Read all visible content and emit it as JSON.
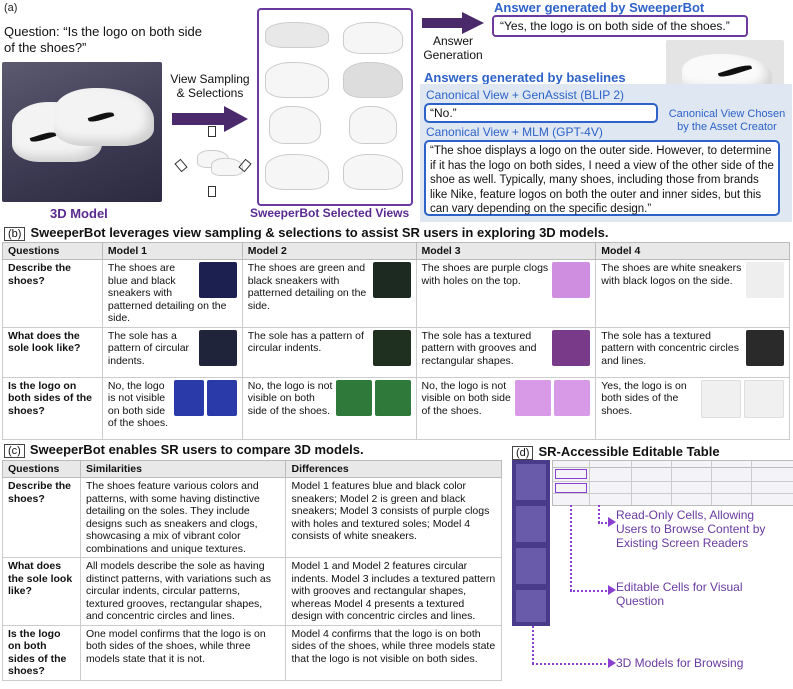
{
  "panel_a": {
    "label": "(a)",
    "question": "Question: “Is the logo on both side of the shoes?”",
    "model_caption": "3D Model",
    "view_sampling": "View Sampling & Selections",
    "selected_caption": "SweeperBot Selected Views",
    "answer_generation": "Answer Generation",
    "sweeperbot_header": "Answer generated by SweeperBot",
    "sweeperbot_answer": "“Yes, the logo is on both side of the shoes.”",
    "baselines_header": "Answers generated by baselines",
    "baseline1_label": "Canonical View + GenAssist (BLIP 2)",
    "baseline1_answer": "“No.”",
    "baseline2_label": "Canonical View + MLM (GPT-4V)",
    "baseline2_answer": "“The shoe displays a logo on the outer side. However, to determine if it has the logo on both sides, I need a view of the other side of the shoe as well. Typically, many shoes, including those from brands like Nike, feature logos on both the outer and inner sides, but this can vary depending on the specific design.”",
    "canonical_caption": "Canonical View Chosen by the Asset Creator"
  },
  "panel_b": {
    "label": "(b)",
    "title": "SweeperBot leverages view sampling & selections to assist SR users in exploring 3D models.",
    "headers": [
      "Questions",
      "Model 1",
      "Model 2",
      "Model 3",
      "Model 4"
    ],
    "rows": [
      {
        "q": "Describe the shoes?",
        "cells": [
          "The shoes are blue and black sneakers with patterned detailing on the side.",
          "The shoes are green and black sneakers with patterned detailing on the side.",
          "The shoes are purple clogs with holes on the top.",
          "The shoes are white sneakers with black logos on the side."
        ]
      },
      {
        "q": "What does the sole look like?",
        "cells": [
          "The sole has a pattern of circular indents.",
          "The sole has a pattern of circular indents.",
          "The sole has a textured pattern with grooves and rectangular shapes.",
          "The sole has a textured pattern with concentric circles and lines."
        ]
      },
      {
        "q": "Is the logo on both sides of the shoes?",
        "cells": [
          "No, the logo is not visible on both side of the shoes.",
          "No, the logo is not visible on both side of the shoes.",
          "No, the logo is not visible on both side of the shoes.",
          "Yes, the logo is on both sides of the shoes."
        ]
      }
    ],
    "thumb_colors": [
      "#2a3aa8",
      "#2f7a3a",
      "#c77ad8",
      "#f4f4f4"
    ]
  },
  "panel_c": {
    "label": "(c)",
    "title": "SweeperBot enables SR users to compare 3D models.",
    "headers": [
      "Questions",
      "Similarities",
      "Differences"
    ],
    "rows": [
      {
        "q": "Describe the shoes?",
        "sim": "The shoes feature various colors and patterns, with some having distinctive detailing on the soles. They include designs such as sneakers and clogs, showcasing a mix of vibrant color combinations and unique textures.",
        "diff": "Model 1 features blue and black color sneakers; Model 2 is green and black sneakers; Model 3 consists of purple clogs with holes and textured soles; Model 4 consists of white sneakers."
      },
      {
        "q": "What does the sole look like?",
        "sim": "All models describe the sole as having distinct patterns, with variations such as circular indents, circular patterns, textured grooves, rectangular shapes, and concentric circles and lines.",
        "diff": "Model 1 and Model 2 features circular indents. Model 3 includes a textured pattern with grooves and rectangular shapes, whereas Model 4 presents a textured design with concentric circles and lines."
      },
      {
        "q": "Is the logo on both sides of the shoes?",
        "sim": "One model confirms that the logo is on both sides of the shoes, while three models state that it is not.",
        "diff": "Model 4 confirms that the logo is on both sides of the shoes, while three models state that the logo is not visible on both sides."
      }
    ]
  },
  "panel_d": {
    "label": "(d)",
    "title": "SR-Accessible Editable Table",
    "note1": "Read-Only Cells, Allowing Users to Browse Content by Existing Screen Readers",
    "note2": "Editable Cells for Visual Question",
    "note3": "3D Models for Browsing"
  }
}
